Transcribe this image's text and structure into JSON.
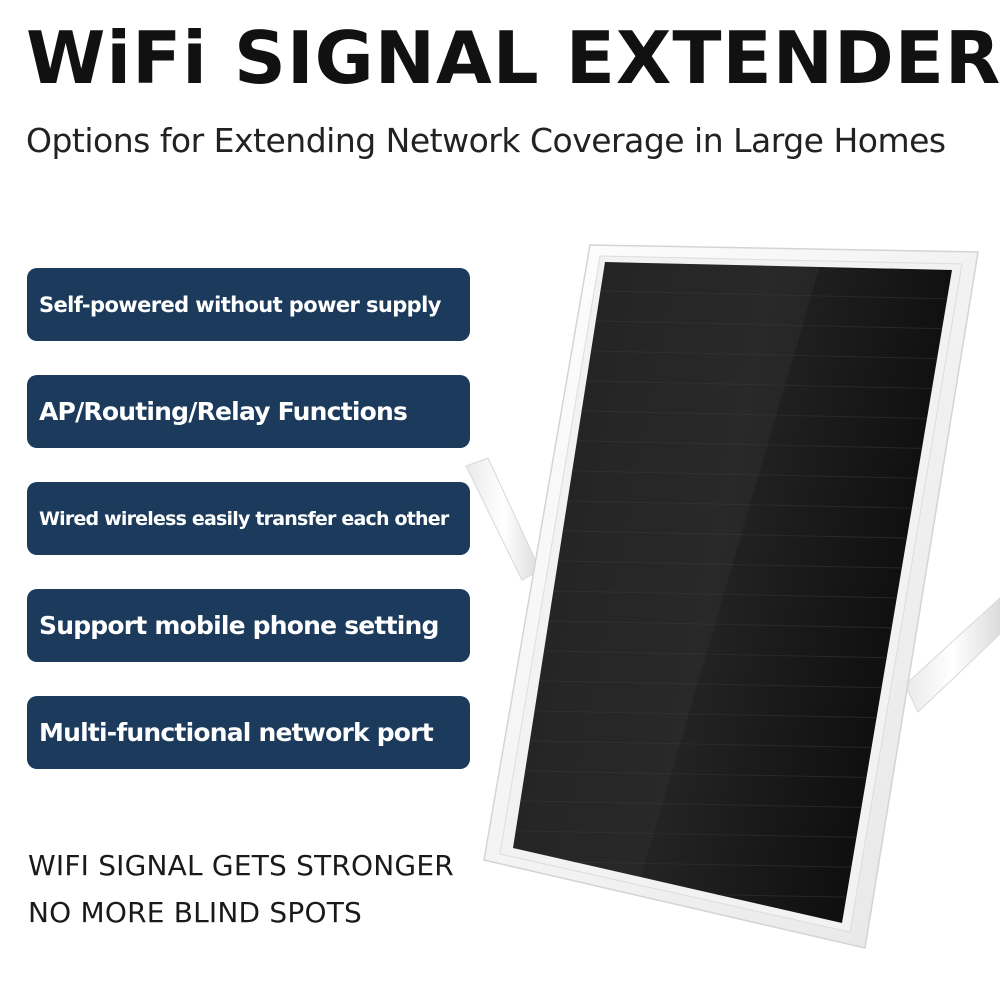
{
  "header": {
    "title": "WiFi SIGNAL EXTENDER",
    "subtitle": "Options for Extending Network Coverage in Large Homes"
  },
  "features": [
    {
      "label": "Self-powered without power supply"
    },
    {
      "label": "AP/Routing/Relay Functions"
    },
    {
      "label": "Wired wireless easily transfer each other"
    },
    {
      "label": "Support mobile phone setting"
    },
    {
      "label": "Multi-functional network port"
    }
  ],
  "taglines": {
    "line1": "WIFI SIGNAL GETS STRONGER",
    "line2": "NO MORE BLIND SPOTS"
  },
  "colors": {
    "feature_bg": "#1b3a5c",
    "panel_dark": "#121212",
    "frame": "#f7f7f7"
  },
  "product": {
    "icon": "solar-panel-wifi-extender"
  }
}
